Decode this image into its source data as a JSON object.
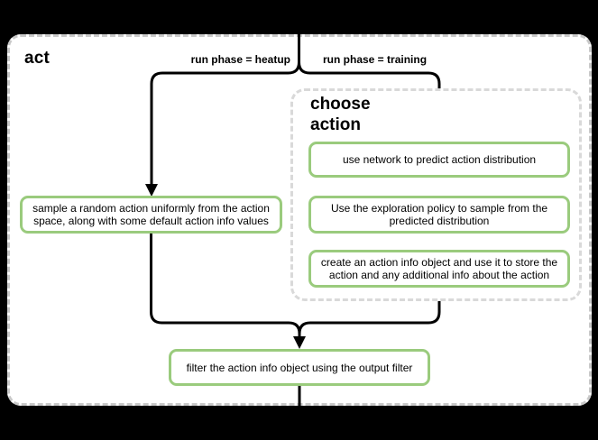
{
  "diagram": {
    "title": "act",
    "branches": {
      "heatup_label": "run phase = heatup",
      "training_label": "run phase = training"
    },
    "group": {
      "title": "choose action"
    },
    "nodes": {
      "sample": "sample a random action uniformly from the action space, along with some default action info values",
      "predict": "use network to predict action distribution",
      "explore": "Use the exploration policy to sample from the predicted distribution",
      "create": "create an action info object and use it to store the action and any additional info about the action",
      "filter": "filter the action info object using the output filter"
    },
    "colors": {
      "background": "#000000",
      "container_fill": "#ffffff",
      "container_border": "#c9c9c9",
      "group_border": "#d9d9d9",
      "node_border": "#9acb7d",
      "connector": "#000000",
      "text": "#000000"
    }
  }
}
